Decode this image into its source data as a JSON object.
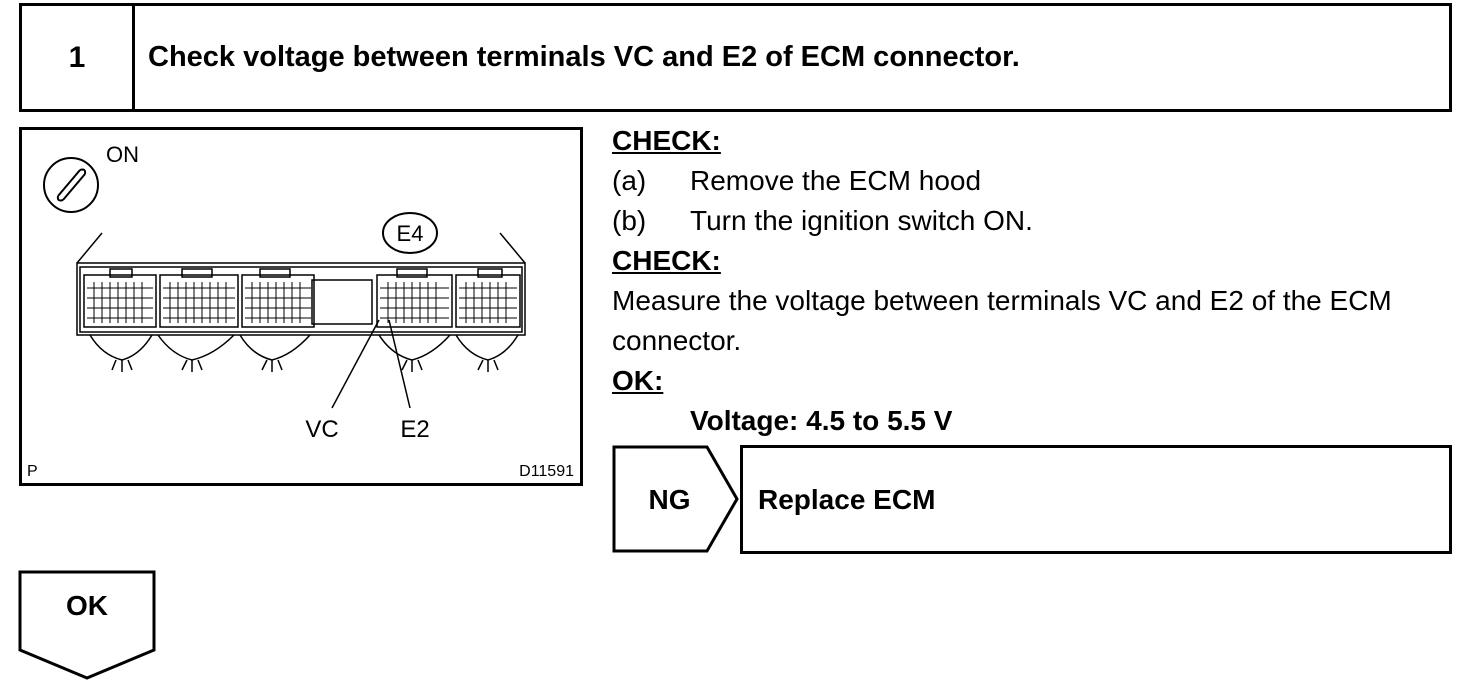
{
  "step": {
    "number": "1",
    "title": "Check voltage between terminals VC and E2 of ECM connector."
  },
  "figure": {
    "ignition_label": "ON",
    "connector_label": "E4",
    "terminal_vc": "VC",
    "terminal_e2": "E2",
    "corner_label": "P",
    "figure_id": "D11591"
  },
  "instructions": {
    "prep_header": "CHECK:",
    "prep_a_label": "(a)",
    "prep_a_text": "Remove the ECM hood",
    "prep_b_label": "(b)",
    "prep_b_text": "Turn the ignition switch ON.",
    "check_header": "CHECK:",
    "check_text_line1": "Measure the voltage between terminals VC and E2 of the ECM",
    "check_text_line2": "connector.",
    "ok_header": "OK:",
    "ok_spec": "Voltage: 4.5 to 5.5 V"
  },
  "results": {
    "ng_label": "NG",
    "ng_action": "Replace ECM",
    "ok_label": "OK"
  }
}
